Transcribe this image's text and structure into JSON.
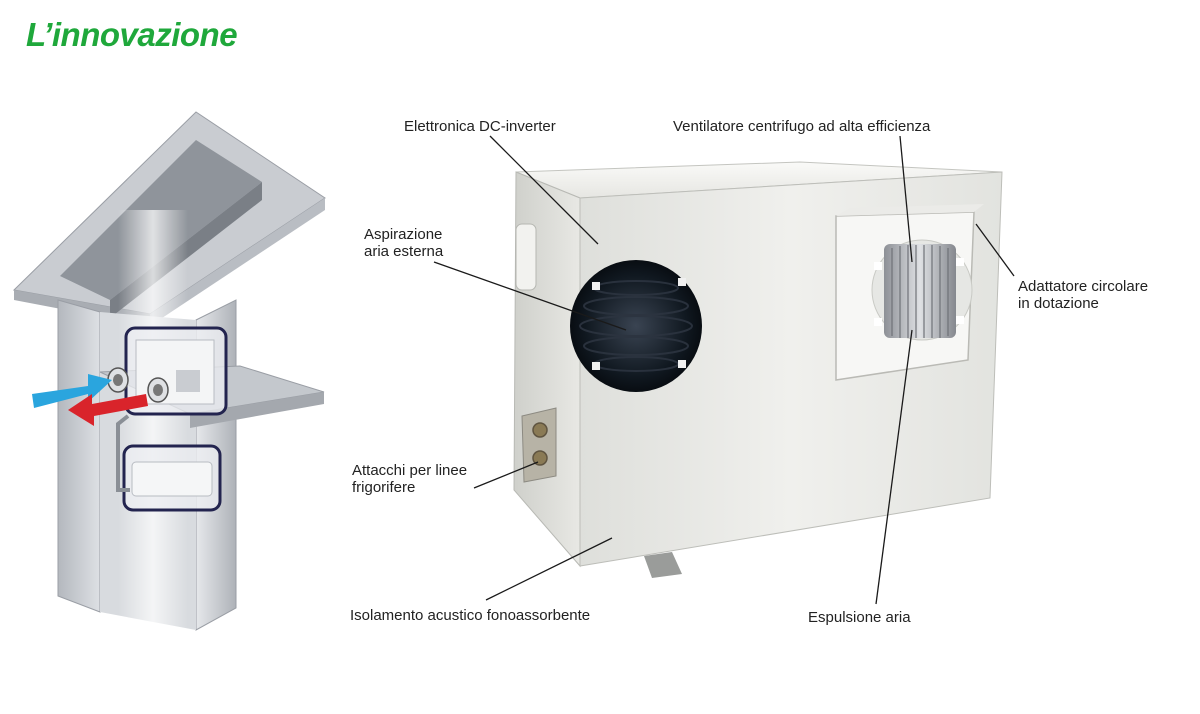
{
  "title": "L’innovazione",
  "colors": {
    "accent": "#1fa83b",
    "text": "#222222",
    "leader_line": "#1a1a1a",
    "cold_air_arrow": "#2aa5de",
    "hot_air_arrow": "#d9242b",
    "unit_body": "#ededeb",
    "building_frame": "#cfd3d8",
    "highlight_outline": "#23244f"
  },
  "icons": {
    "inlet_arrow": "blue-arrow-icon",
    "outlet_arrow": "red-arrow-icon"
  },
  "labels": {
    "electronics": "Elettronica DC-inverter",
    "fan": "Ventilatore centrifugo ad alta efficienza",
    "intake": [
      "Aspirazione",
      "aria esterna"
    ],
    "adapter": [
      "Adattatore circolare",
      "in dotazione"
    ],
    "connections": [
      "Attacchi per linee",
      "frigorifere"
    ],
    "insulation": "Isolamento acustico fonoassorbente",
    "exhaust": "Espulsione aria"
  }
}
